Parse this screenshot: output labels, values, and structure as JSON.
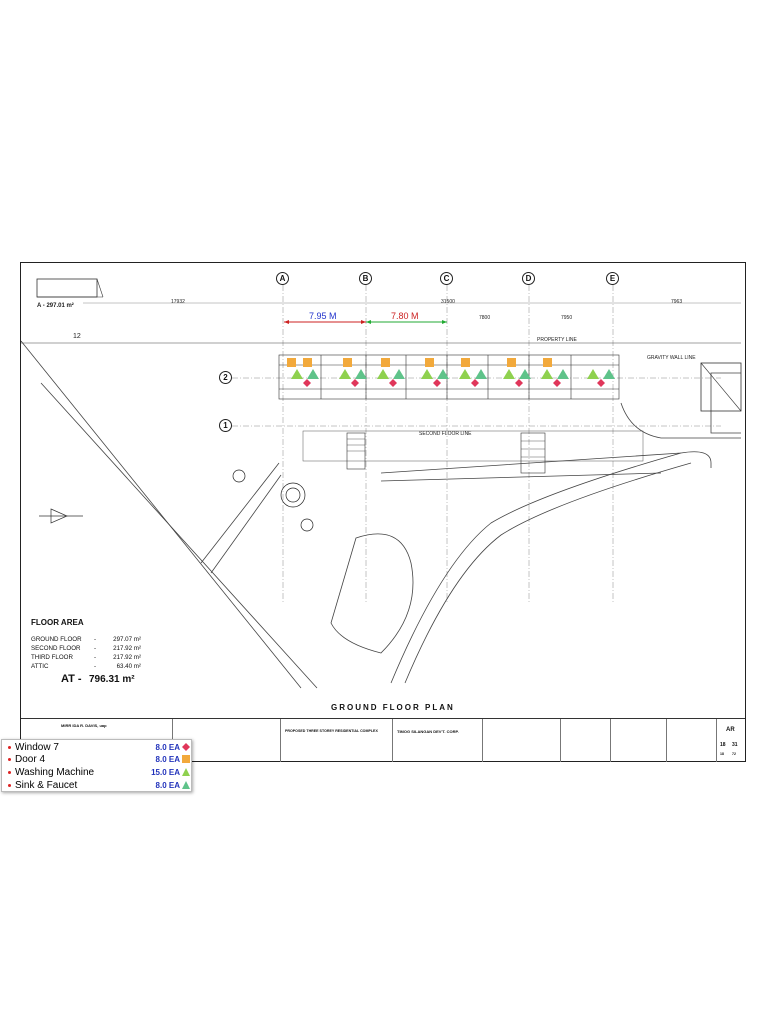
{
  "grid": {
    "columns": [
      "A",
      "B",
      "C",
      "D",
      "E"
    ],
    "rows": [
      "1",
      "2"
    ]
  },
  "dimensions": {
    "ab": "7.95 M",
    "bc": "7.80 M",
    "top": [
      "17932",
      "31500",
      "7963"
    ],
    "sub": [
      "7800",
      "7950"
    ]
  },
  "annotations": {
    "area_tag": "A - 297.01 m²",
    "property_line": "PROPERTY LINE",
    "firewall": "GRAVITY WALL LINE",
    "second_floor_line": "SECOND FLOOR LINE",
    "grid_marker": "12"
  },
  "floor_area": {
    "title": "FLOOR AREA",
    "rows": [
      {
        "name": "GROUND FLOOR",
        "dash": "-",
        "value": "297.07 m²"
      },
      {
        "name": "SECOND FLOOR",
        "dash": "-",
        "value": "217.92 m²"
      },
      {
        "name": "THIRD FLOOR",
        "dash": "-",
        "value": "217.92 m²"
      },
      {
        "name": "ATTIC",
        "dash": "-",
        "value": "63.40 m²"
      }
    ],
    "total_label": "AT -",
    "total_value": "796.31 m²"
  },
  "plan_title": "GROUND FLOOR PLAN",
  "title_block": {
    "architect": "MIRR IDA R. DAVIS, uap",
    "project_title": "PROPOSED THREE STOREY RESIDENTIAL COMPLEX",
    "owner": "TIMOG SILANGAN DEV'T. CORP.",
    "sheet_prefix": "AR",
    "sheet_no": "18",
    "sheet_total": "31",
    "sheet_no2": "18",
    "sheet_total2": "72"
  },
  "legend": {
    "items": [
      {
        "name": "Window 7",
        "qty": "8.0 EA",
        "symbol": "diamond",
        "color": "#e0365a"
      },
      {
        "name": "Door 4",
        "qty": "8.0 EA",
        "symbol": "square",
        "color": "#f2a93b"
      },
      {
        "name": "Washing Machine",
        "qty": "15.0 EA",
        "symbol": "triangle",
        "color": "#8fd14f"
      },
      {
        "name": "Sink & Faucet",
        "qty": "8.0 EA",
        "symbol": "triangle",
        "color": "#5fc38a"
      }
    ]
  }
}
